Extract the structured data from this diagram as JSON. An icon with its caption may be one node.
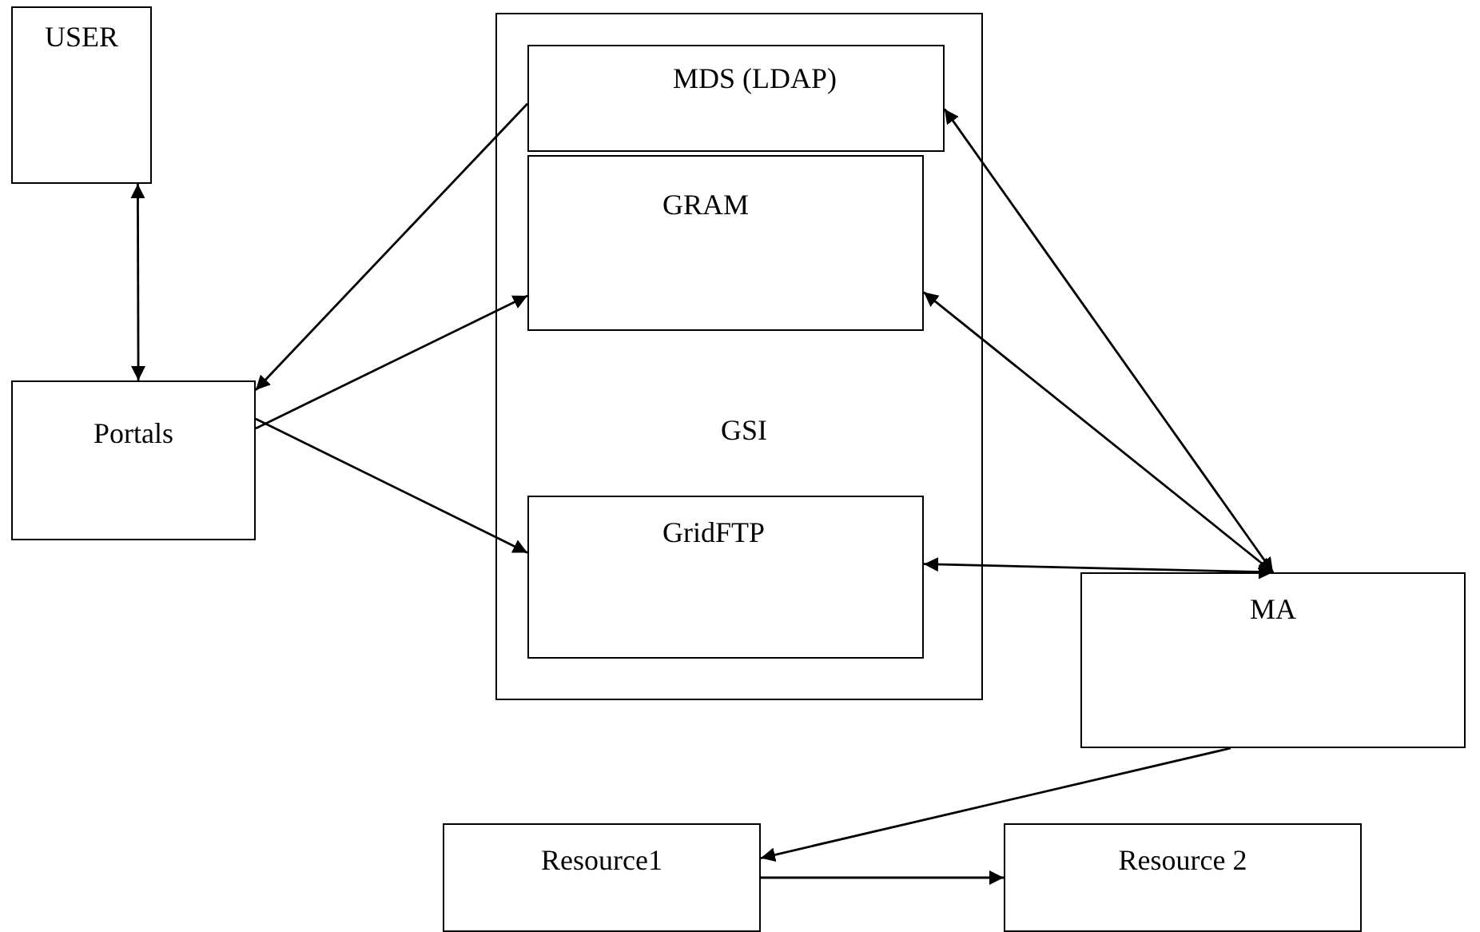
{
  "diagram": {
    "nodes": [
      {
        "text": [
          "USER"
        ]
      },
      {
        "text": [
          "Portals"
        ]
      },
      {
        "text": [
          "GSI"
        ]
      },
      {
        "text": [
          "MDS (LDAP)"
        ],
        "in": 2
      },
      {
        "text": [
          "GRAM"
        ],
        "in": 2
      },
      {
        "text": [
          "GridFTP"
        ],
        "in": 2
      },
      {
        "text": [
          "MA"
        ]
      },
      {
        "text": [
          "Resource1"
        ]
      },
      {
        "text": [
          "Resource 2"
        ]
      }
    ],
    "edges": [
      {
        "from": 0,
        "to": 1,
        "arrow": "both"
      },
      {
        "from": 3,
        "to": 1,
        "arrow": "to"
      },
      {
        "from": 1,
        "to": 4,
        "arrow": "to"
      },
      {
        "from": 1,
        "to": 5,
        "arrow": "to"
      },
      {
        "from": 6,
        "to": 3,
        "arrow": "both"
      },
      {
        "from": 6,
        "to": 4,
        "arrow": "both"
      },
      {
        "from": 6,
        "to": 5,
        "arrow": "both"
      },
      {
        "from": 6,
        "to": 7,
        "arrow": "to"
      },
      {
        "from": 7,
        "to": 8,
        "arrow": "to"
      }
    ]
  }
}
